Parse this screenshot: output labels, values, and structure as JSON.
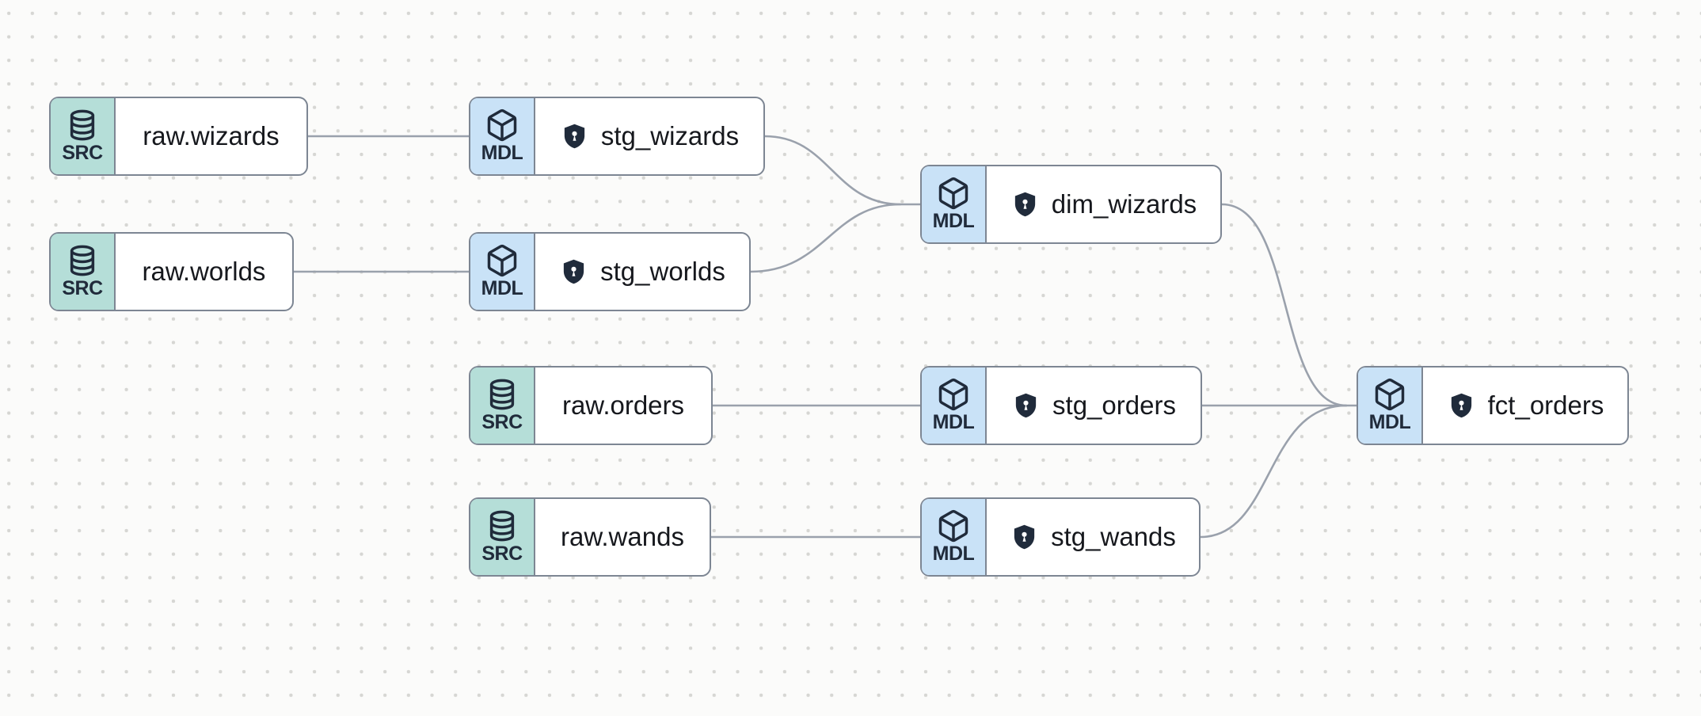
{
  "canvas": {
    "background": "#fbfbfa",
    "dot_color": "#d6d6d3",
    "edge_color": "#9aa1ac",
    "node_border_color": "#7d8693",
    "src_badge_color": "#b5ded8",
    "mdl_badge_color": "#c9e2f7",
    "icon_ink_color": "#202b3b",
    "label_color": "#16181d"
  },
  "badge_types": {
    "source": "SRC",
    "model": "MDL"
  },
  "icons": {
    "source_badge": "database-icon",
    "model_badge": "cube-icon",
    "model_protection": "shield-lock-icon"
  },
  "nodes": [
    {
      "id": "raw.wizards",
      "type": "source",
      "badge": "SRC",
      "label": "raw.wizards",
      "shield": false
    },
    {
      "id": "stg_wizards",
      "type": "model",
      "badge": "MDL",
      "label": "stg_wizards",
      "shield": true
    },
    {
      "id": "raw.worlds",
      "type": "source",
      "badge": "SRC",
      "label": "raw.worlds",
      "shield": false
    },
    {
      "id": "stg_worlds",
      "type": "model",
      "badge": "MDL",
      "label": "stg_worlds",
      "shield": true
    },
    {
      "id": "dim_wizards",
      "type": "model",
      "badge": "MDL",
      "label": "dim_wizards",
      "shield": true
    },
    {
      "id": "raw.orders",
      "type": "source",
      "badge": "SRC",
      "label": "raw.orders",
      "shield": false
    },
    {
      "id": "stg_orders",
      "type": "model",
      "badge": "MDL",
      "label": "stg_orders",
      "shield": true
    },
    {
      "id": "raw.wands",
      "type": "source",
      "badge": "SRC",
      "label": "raw.wands",
      "shield": false
    },
    {
      "id": "stg_wands",
      "type": "model",
      "badge": "MDL",
      "label": "stg_wands",
      "shield": true
    },
    {
      "id": "fct_orders",
      "type": "model",
      "badge": "MDL",
      "label": "fct_orders",
      "shield": true
    }
  ],
  "edges": [
    {
      "from": "raw.wizards",
      "to": "stg_wizards"
    },
    {
      "from": "raw.worlds",
      "to": "stg_worlds"
    },
    {
      "from": "stg_wizards",
      "to": "dim_wizards"
    },
    {
      "from": "stg_worlds",
      "to": "dim_wizards"
    },
    {
      "from": "raw.orders",
      "to": "stg_orders"
    },
    {
      "from": "raw.wands",
      "to": "stg_wands"
    },
    {
      "from": "stg_orders",
      "to": "fct_orders"
    },
    {
      "from": "stg_wands",
      "to": "fct_orders"
    },
    {
      "from": "dim_wizards",
      "to": "fct_orders"
    }
  ]
}
